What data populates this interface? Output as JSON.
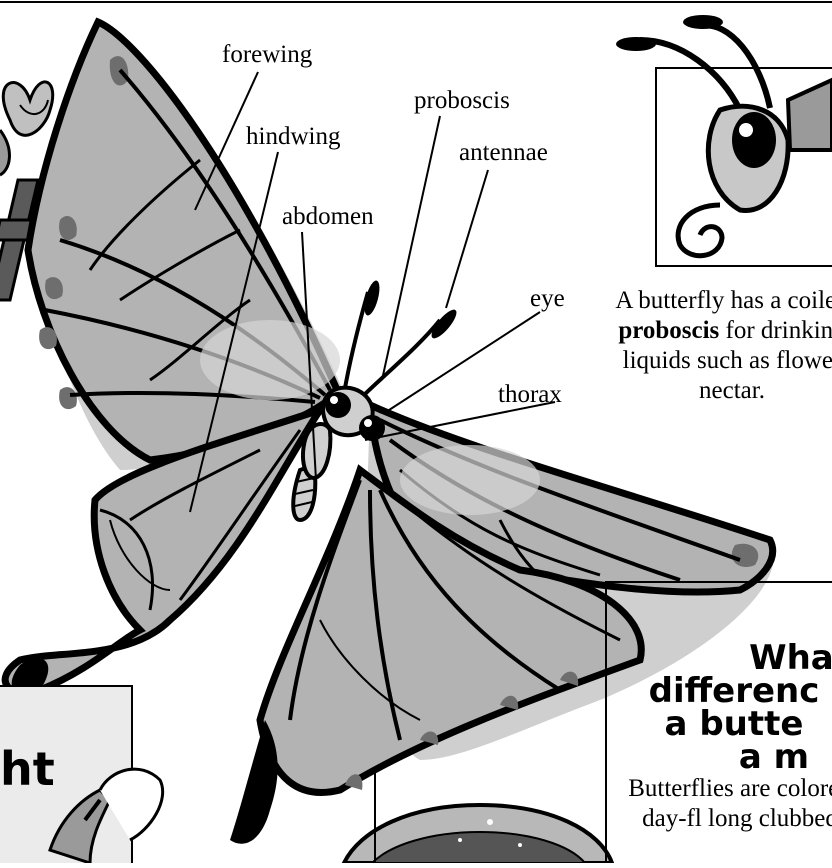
{
  "labels": {
    "forewing": "forewing",
    "hindwing": "hindwing",
    "abdomen": "abdomen",
    "proboscis": "proboscis",
    "antennae": "antennae",
    "eye": "eye",
    "thorax": "thorax"
  },
  "caption": {
    "pre": "A butterfly has a coiled",
    "bold": "proboscis",
    "post": "for drinking liquids such as flower nectar."
  },
  "heading": {
    "line1": "What",
    "line2": "differenc",
    "line3": "a butte",
    "line4": "a m"
  },
  "body": {
    "text": "Butterflies are colored day-fl long clubbed"
  },
  "left_title": {
    "fragment": "ht",
    "big_letter": "t"
  },
  "colors": {
    "wing_fill": "#b3b3b3",
    "wing_light": "#d6d6d6",
    "spot": "#6e6e6e",
    "shadow": "#c8c8c8",
    "ink": "#000000"
  }
}
